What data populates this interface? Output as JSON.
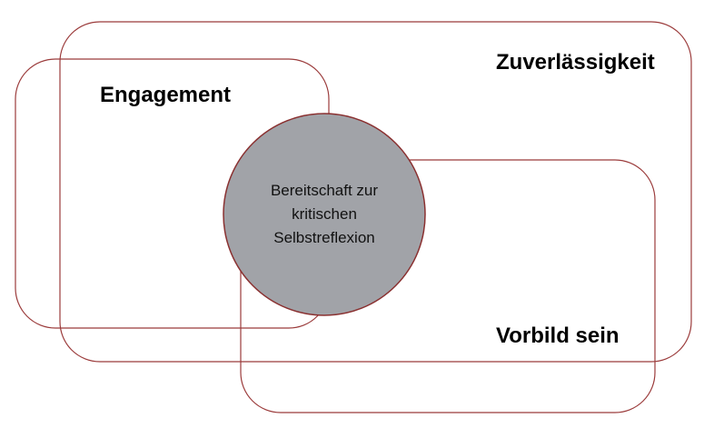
{
  "diagram": {
    "labels": {
      "reliability": "Zuverlässigkeit",
      "engagement": "Engagement",
      "role_model": "Vorbild sein"
    },
    "center": {
      "lines": [
        "Bereitschaft zur",
        "kritischen",
        "Selbstreflexion"
      ]
    },
    "colors": {
      "outline": "#9b3b3b",
      "circle_fill": "#a1a3a8",
      "circle_stroke": "#8a3030"
    }
  }
}
